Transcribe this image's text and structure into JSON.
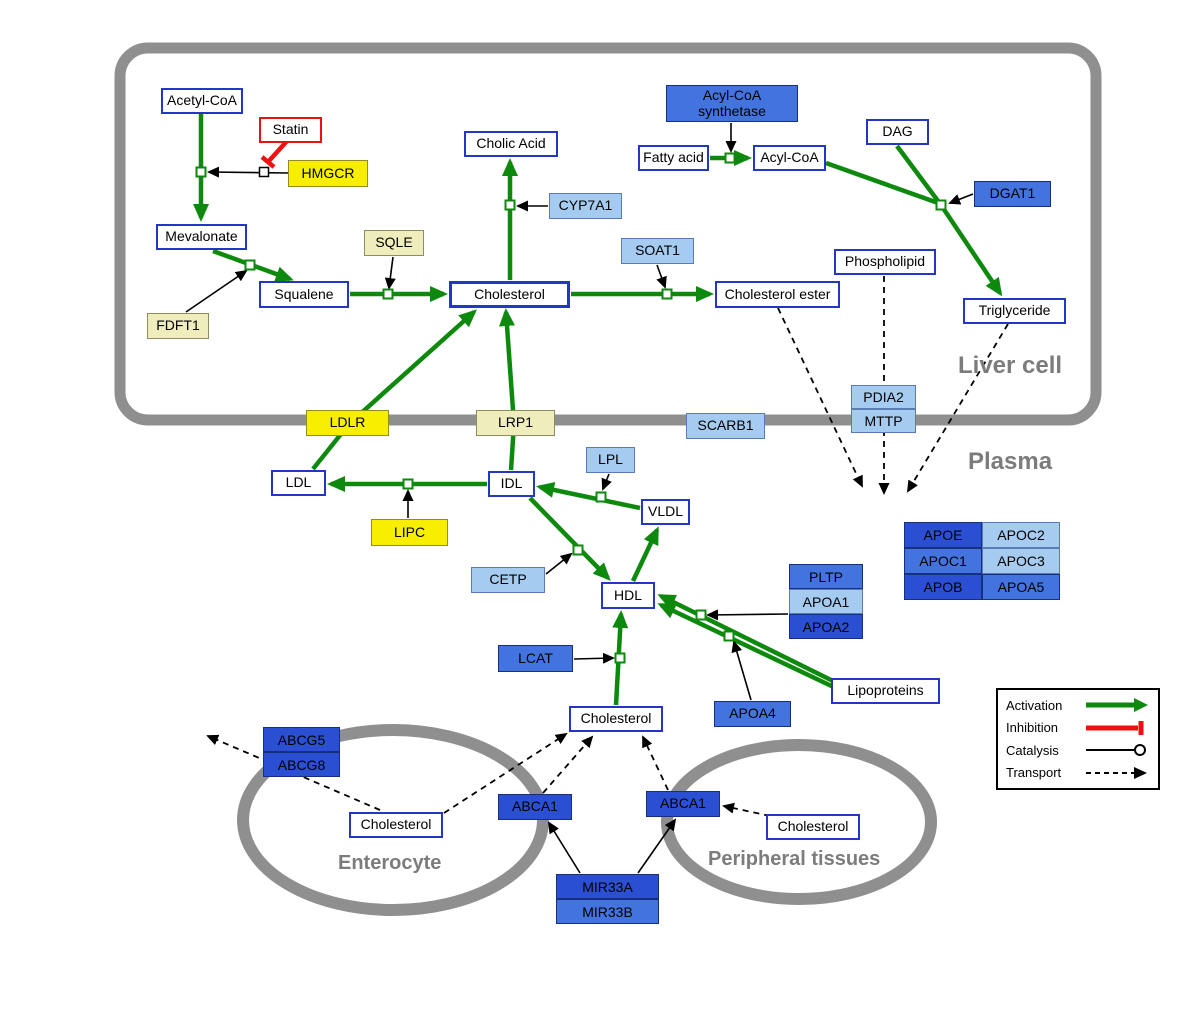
{
  "regions": {
    "liver_cell": "Liver cell",
    "plasma": "Plasma",
    "enterocyte": "Enterocyte",
    "peripheral_tissues": "Peripheral tissues"
  },
  "legend": {
    "activation": "Activation",
    "inhibition": "Inhibition",
    "catalysis": "Catalysis",
    "transport": "Transport"
  },
  "colors": {
    "activation_green": "#0d8a0d",
    "inhibition_red": "#ee1111",
    "membrane_gray": "#8f8f8f",
    "metabolite_border_blue": "#2336c4",
    "gene_dark_blue": "#2b4fd2",
    "gene_mid_blue": "#4273de",
    "gene_light_blue": "#a6cbf0",
    "gene_yellow": "#f8ee00",
    "gene_pale_yellow": "#efedbb"
  },
  "nodes": {
    "acetyl_coa": {
      "label": "Acetyl-CoA"
    },
    "statin": {
      "label": "Statin"
    },
    "hmgcr": {
      "label": "HMGCR"
    },
    "mevalonate": {
      "label": "Mevalonate"
    },
    "sqle": {
      "label": "SQLE"
    },
    "fdft1": {
      "label": "FDFT1"
    },
    "squalene": {
      "label": "Squalene"
    },
    "cholesterol_liver": {
      "label": "Cholesterol"
    },
    "cholic_acid": {
      "label": "Cholic Acid"
    },
    "cyp7a1": {
      "label": "CYP7A1"
    },
    "soat1": {
      "label": "SOAT1"
    },
    "cholesterol_ester": {
      "label": "Cholesterol ester"
    },
    "acyl_coa_synthetase": {
      "label": "Acyl-CoA synthetase"
    },
    "fatty_acid": {
      "label": "Fatty acid"
    },
    "acyl_coa": {
      "label": "Acyl-CoA"
    },
    "dag": {
      "label": "DAG"
    },
    "dgat1": {
      "label": "DGAT1"
    },
    "phospholipid": {
      "label": "Phospholipid"
    },
    "triglyceride": {
      "label": "Triglyceride"
    },
    "pdia2": {
      "label": "PDIA2"
    },
    "mttp": {
      "label": "MTTP"
    },
    "ldlr": {
      "label": "LDLR"
    },
    "lrp1": {
      "label": "LRP1"
    },
    "scarb1": {
      "label": "SCARB1"
    },
    "ldl": {
      "label": "LDL"
    },
    "idl": {
      "label": "IDL"
    },
    "lpl": {
      "label": "LPL"
    },
    "vldl": {
      "label": "VLDL"
    },
    "lipc": {
      "label": "LIPC"
    },
    "cetp": {
      "label": "CETP"
    },
    "hdl": {
      "label": "HDL"
    },
    "pltp": {
      "label": "PLTP"
    },
    "apoa1": {
      "label": "APOA1"
    },
    "apoa2": {
      "label": "APOA2"
    },
    "lcat": {
      "label": "LCAT"
    },
    "apoa4": {
      "label": "APOA4"
    },
    "lipoproteins": {
      "label": "Lipoproteins"
    },
    "apoe": {
      "label": "APOE"
    },
    "apoc2": {
      "label": "APOC2"
    },
    "apoc1": {
      "label": "APOC1"
    },
    "apoc3": {
      "label": "APOC3"
    },
    "apob": {
      "label": "APOB"
    },
    "apoa5": {
      "label": "APOA5"
    },
    "cholesterol_plasma": {
      "label": "Cholesterol"
    },
    "abcg5": {
      "label": "ABCG5"
    },
    "abcg8": {
      "label": "ABCG8"
    },
    "cholesterol_enterocyte": {
      "label": "Cholesterol"
    },
    "abca1_left": {
      "label": "ABCA1"
    },
    "abca1_right": {
      "label": "ABCA1"
    },
    "cholesterol_peripheral": {
      "label": "Cholesterol"
    },
    "mir33a": {
      "label": "MIR33A"
    },
    "mir33b": {
      "label": "MIR33B"
    }
  }
}
